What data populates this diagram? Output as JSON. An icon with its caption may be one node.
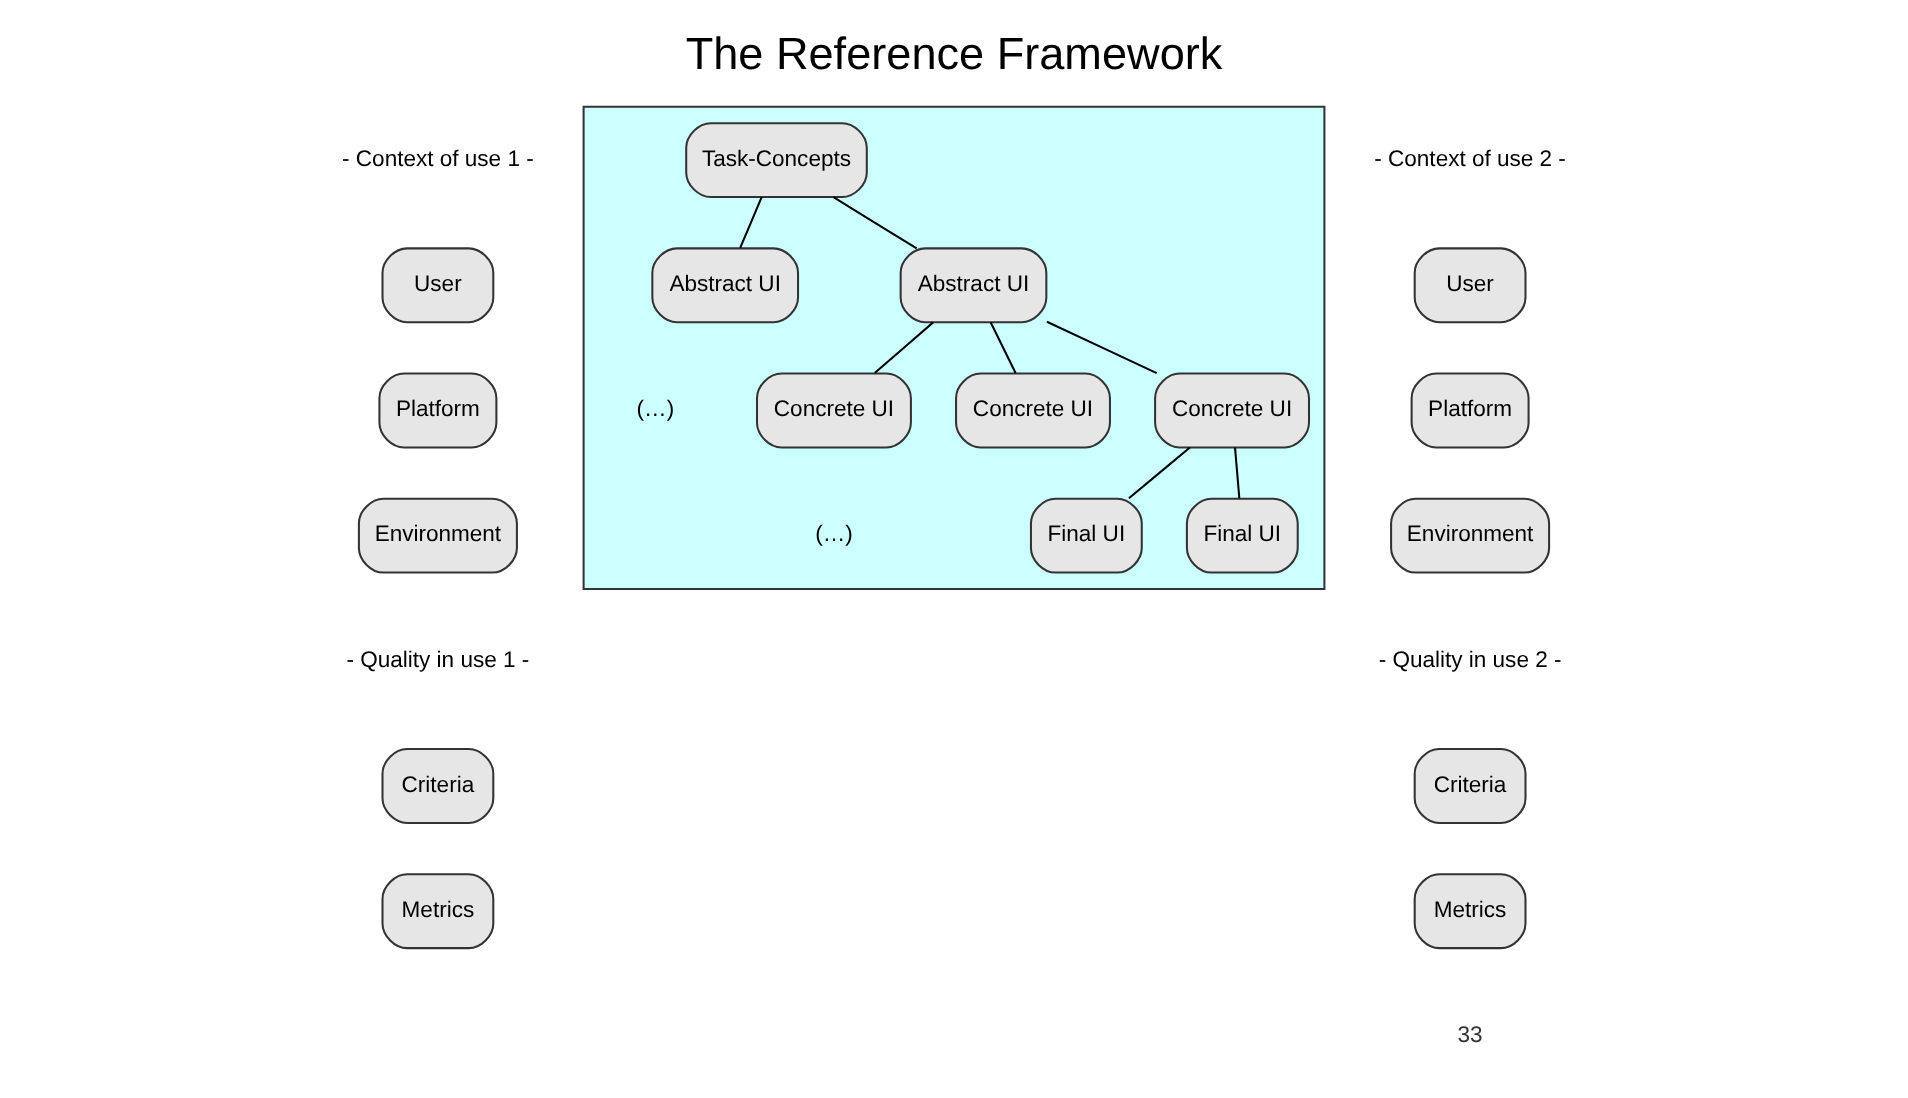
{
  "diagram": {
    "title": "The Reference Framework",
    "nodes": [
      {
        "text": [],
        "shape": "box"
      },
      {
        "text": [
          "Task-Concepts"
        ],
        "in": 0
      },
      {
        "text": [
          "Abstract UI"
        ],
        "in": 0
      },
      {
        "text": [
          "Abstract UI"
        ],
        "in": 0
      },
      {
        "text": [
          "Concrete UI"
        ],
        "in": 0
      },
      {
        "text": [
          "Concrete UI"
        ],
        "in": 0
      },
      {
        "text": [
          "Concrete UI"
        ],
        "in": 0
      },
      {
        "text": [
          "Final UI"
        ],
        "in": 0
      },
      {
        "text": [
          "Final UI"
        ],
        "in": 0
      },
      {
        "text": [
          "User"
        ]
      },
      {
        "text": [
          "Platform"
        ]
      },
      {
        "text": [
          "Environment"
        ]
      },
      {
        "text": [
          "Criteria"
        ]
      },
      {
        "text": [
          "Metrics"
        ]
      },
      {
        "text": [
          "User"
        ]
      },
      {
        "text": [
          "Platform"
        ]
      },
      {
        "text": [
          "Environment"
        ]
      },
      {
        "text": [
          "Criteria"
        ]
      },
      {
        "text": [
          "Metrics"
        ]
      }
    ],
    "edges": [
      {
        "from": 1,
        "to": 2,
        "arrow": "none"
      },
      {
        "from": 1,
        "to": 3,
        "arrow": "none"
      },
      {
        "from": 3,
        "to": 4,
        "arrow": "none"
      },
      {
        "from": 3,
        "to": 5,
        "arrow": "none"
      },
      {
        "from": 3,
        "to": 6,
        "arrow": "none"
      },
      {
        "from": 6,
        "to": 7,
        "arrow": "none"
      },
      {
        "from": 6,
        "to": 8,
        "arrow": "none"
      }
    ],
    "labels": [
      "- Context of use 1 -",
      "- Quality in use 1 -",
      "(…)",
      "(…)",
      "- Context of use 2 -",
      "- Quality in use 2 -",
      "33"
    ]
  }
}
